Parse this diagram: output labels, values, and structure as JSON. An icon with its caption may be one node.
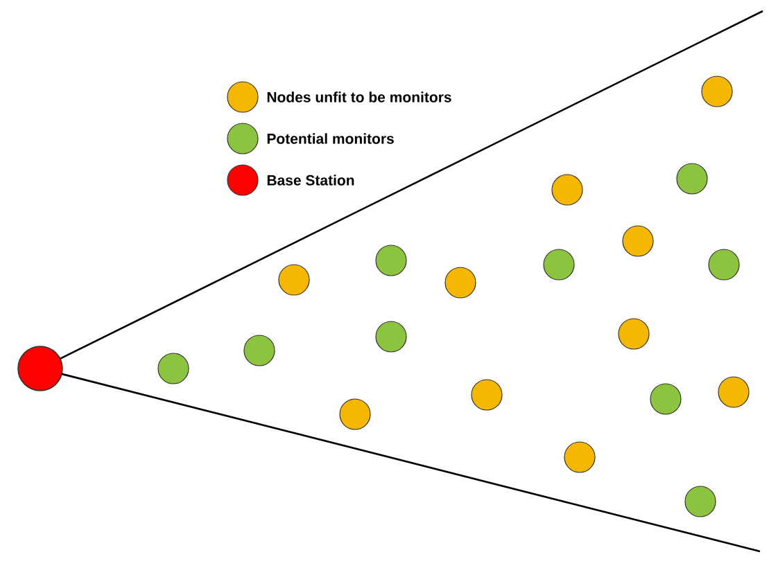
{
  "diagram": {
    "nodes": [
      {
        "text": [],
        "shape": "circle"
      },
      {
        "text": [],
        "shape": "circle"
      },
      {
        "text": [],
        "shape": "circle"
      },
      {
        "text": [],
        "shape": "circle"
      },
      {
        "text": [],
        "shape": "circle"
      },
      {
        "text": [],
        "shape": "circle"
      },
      {
        "text": [],
        "shape": "circle"
      },
      {
        "text": [],
        "shape": "circle"
      },
      {
        "text": [],
        "shape": "circle"
      },
      {
        "text": [],
        "shape": "circle"
      },
      {
        "text": [],
        "shape": "circle"
      },
      {
        "text": [],
        "shape": "circle"
      },
      {
        "text": [],
        "shape": "circle"
      },
      {
        "text": [],
        "shape": "circle"
      },
      {
        "text": [],
        "shape": "circle"
      },
      {
        "text": [],
        "shape": "circle"
      },
      {
        "text": [],
        "shape": "circle"
      },
      {
        "text": [],
        "shape": "circle"
      },
      {
        "text": [],
        "shape": "circle"
      },
      {
        "text": [],
        "shape": "circle"
      }
    ],
    "legend": [
      {
        "text": "Nodes unfit to be monitors",
        "color": "#f5b700"
      },
      {
        "text": "Potential monitors",
        "color": "#8cc43f"
      },
      {
        "text": "Base Station",
        "color": "#ff0000"
      }
    ]
  }
}
